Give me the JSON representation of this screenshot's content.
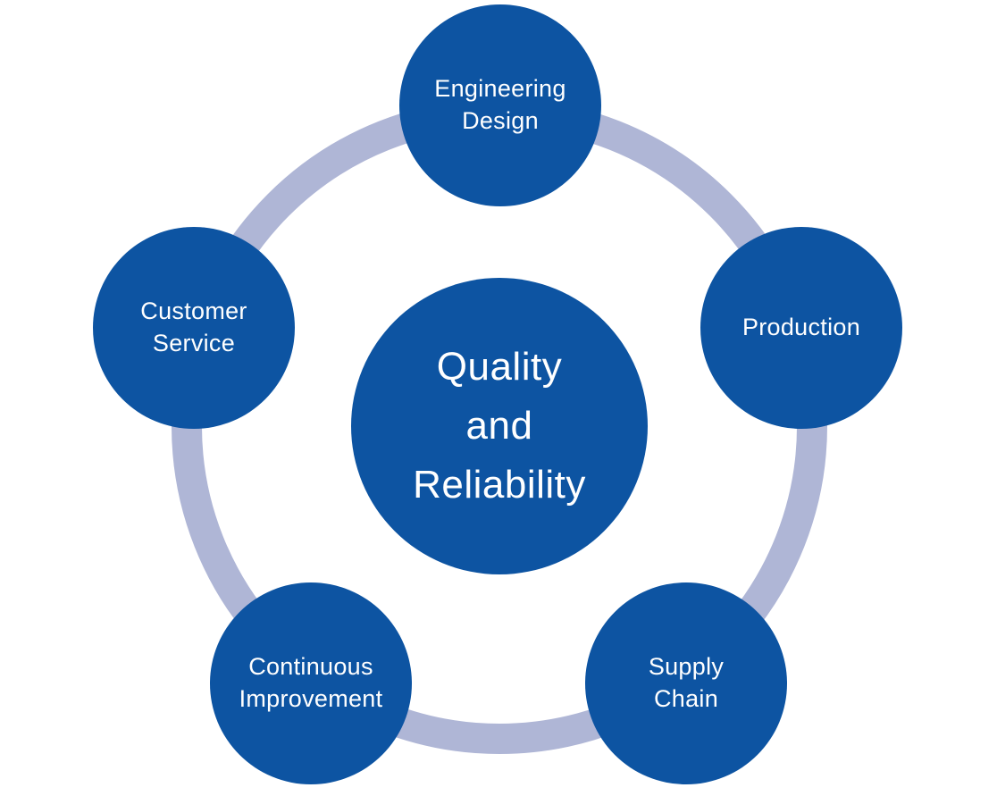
{
  "diagram": {
    "type": "cycle",
    "title": "Quality and Reliability cycle diagram",
    "colors": {
      "node_fill": "#0D54A2",
      "ring": "#AFB6D6",
      "text": "#FFFFFF",
      "background": "#FFFFFF"
    },
    "center": {
      "label": "Quality and Reliability",
      "lines": [
        "Quality",
        "and",
        "Reliability"
      ]
    },
    "nodes": [
      {
        "id": "engineering-design",
        "label": "Engineering Design",
        "lines": [
          "Engineering",
          "Design"
        ]
      },
      {
        "id": "production",
        "label": "Production",
        "lines": [
          "Production"
        ]
      },
      {
        "id": "supply-chain",
        "label": "Supply Chain",
        "lines": [
          "Supply",
          "Chain"
        ]
      },
      {
        "id": "continuous-improvement",
        "label": "Continuous Improvement",
        "lines": [
          "Continuous",
          "Improvement"
        ]
      },
      {
        "id": "customer-service",
        "label": "Customer Service",
        "lines": [
          "Customer",
          "Service"
        ]
      }
    ]
  }
}
